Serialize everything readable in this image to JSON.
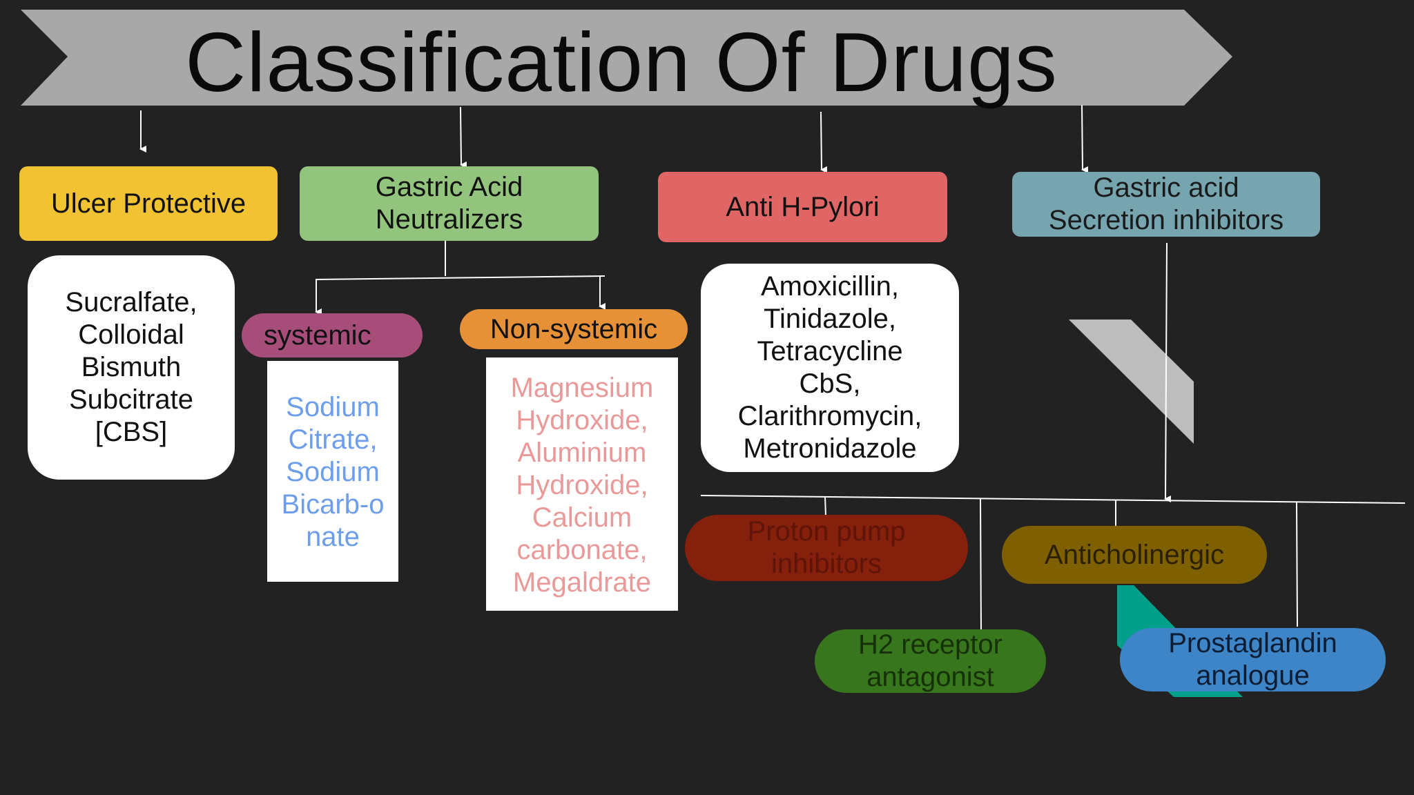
{
  "title": "Classification Of Drugs",
  "categories": {
    "ulcer_protective": "Ulcer Protective",
    "gastric_acid_neutralizers": "Gastric Acid\nNeutralizers",
    "anti_h_pylori": "Anti H-Pylori",
    "gastric_acid_secretion_inhibitors": "Gastric acid\nSecretion inhibitors"
  },
  "ulcer_protective_drugs": "Sucralfate,\nColloidal\nBismuth\nSubcitrate\n[CBS]",
  "neutralizer_types": {
    "systemic": "systemic",
    "non_systemic": "Non-systemic"
  },
  "systemic_drugs": "Sodium\nCitrate,\nSodium\nBicarb-o\nnate",
  "non_systemic_drugs": "Magnesium\n Hydroxide,\n Aluminium\n Hydroxide,\n Calcium\n carbonate,\n Megaldrate",
  "anti_h_pylori_drugs": "Amoxicillin,\nTinidazole,\nTetracycline\nCbS,\nClarithromycin,\nMetronidazole",
  "secretion_inhibitor_types": {
    "proton_pump_inhibitors": "Proton pump\ninhibitors",
    "anticholinergic": "Anticholinergic",
    "h2_receptor_antagonist": "H2 receptor\nantagonist",
    "prostaglandin_analogue": "Prostaglandin\nanalogue"
  },
  "colors": {
    "background": "#222222",
    "title_banner": "#a8a8a8",
    "ulcer_protective": "#f1c232",
    "neutralizers": "#93c47d",
    "anti_h_pylori": "#e06666",
    "secretion_inhibitors": "#76a5af",
    "systemic": "#a64d79",
    "non_systemic": "#e69138",
    "systemic_text": "#6d9eeb",
    "non_systemic_text": "#ea9999",
    "proton_pump": "#85200c",
    "anticholinergic": "#7f6000",
    "h2_receptor": "#38761d",
    "prostaglandin": "#3d85c6"
  }
}
